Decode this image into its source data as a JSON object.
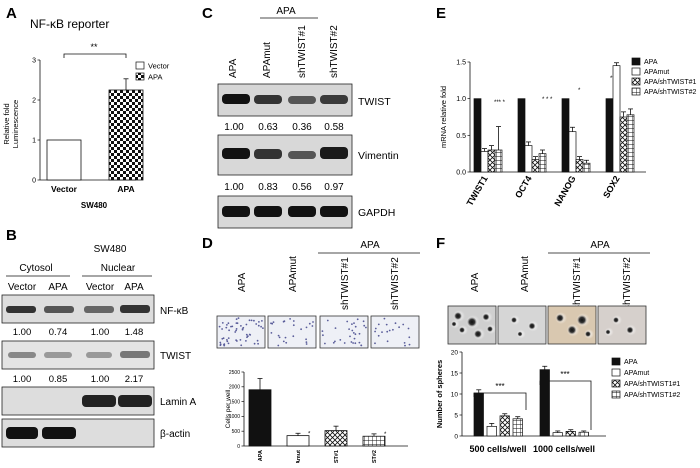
{
  "panels": {
    "A": {
      "letter": "A",
      "title": "NF-κB reporter",
      "ylabel_1": "Relative fold",
      "ylabel_2": "Luminescence",
      "cell_line": "SW480",
      "significance": "**",
      "legend": [
        "Vector",
        "APA"
      ]
    },
    "B": {
      "letter": "B",
      "cell_line": "SW480",
      "fractions": [
        "Cytosol",
        "Nuclear"
      ],
      "lanes": [
        "Vector",
        "APA",
        "Vector",
        "APA"
      ],
      "blots": [
        "NF-κB",
        "TWIST",
        "Lamin A",
        "β-actin"
      ],
      "nfkb_values": [
        "1.00",
        "0.74",
        "1.00",
        "1.48"
      ],
      "twist_values": [
        "1.00",
        "0.85",
        "1.00",
        "2.17"
      ]
    },
    "C": {
      "letter": "C",
      "group": "APA",
      "lanes": [
        "APA",
        "APAmut",
        "shTWIST#1",
        "shTWIST#2"
      ],
      "blots": [
        "TWIST",
        "Vimentin",
        "GAPDH"
      ],
      "twist_values": [
        "1.00",
        "0.63",
        "0.36",
        "0.58"
      ],
      "vimentin_values": [
        "1.00",
        "0.83",
        "0.56",
        "0.97"
      ]
    },
    "D": {
      "letter": "D",
      "group": "APA",
      "lanes": [
        "APA",
        "APAmut",
        "shTWIST#1",
        "shTWIST#2"
      ],
      "significance": [
        "*",
        "",
        "*"
      ]
    },
    "E": {
      "letter": "E",
      "significance": {
        "TWIST1": "***  *",
        "OCT4": "*  *  *",
        "NANOG": "*",
        "SOX2": "**"
      }
    },
    "F": {
      "letter": "F",
      "group": "APA",
      "lanes": [
        "APA",
        "APAmut",
        "shTWIST#1",
        "shTWIST#2"
      ],
      "significance": [
        "***",
        "***"
      ]
    }
  },
  "chart_data": [
    {
      "panel": "A",
      "type": "bar",
      "categories": [
        "Vector",
        "APA"
      ],
      "values": [
        1.0,
        2.25
      ],
      "errors": [
        0,
        0.28
      ],
      "ylim": [
        0,
        3
      ],
      "yticks": [
        0,
        1,
        2,
        3
      ],
      "xlabel": "SW480",
      "ylabel": "Relative fold Luminescence"
    },
    {
      "panel": "D",
      "type": "bar",
      "categories": [
        "APA",
        "APAmut",
        "shTWIST#1",
        "shTWIST#2"
      ],
      "values": [
        1900,
        350,
        520,
        330
      ],
      "errors": [
        380,
        80,
        150,
        80
      ],
      "ylim": [
        0,
        2500
      ],
      "yticks": [
        0,
        500,
        1000,
        1500,
        2000,
        2500
      ],
      "ylabel": "Cells per well"
    },
    {
      "panel": "E",
      "type": "bar",
      "categories": [
        "TWIST1",
        "OCT4",
        "NANOG",
        "SOX2"
      ],
      "series": [
        {
          "name": "APA",
          "values": [
            1.0,
            1.0,
            1.0,
            1.0
          ],
          "errors": [
            0,
            0,
            0,
            0
          ]
        },
        {
          "name": "APAmut",
          "values": [
            0.28,
            0.36,
            0.55,
            1.45
          ],
          "errors": [
            0.04,
            0.05,
            0.06,
            0.04
          ]
        },
        {
          "name": "APA/shTWIST#1",
          "values": [
            0.3,
            0.17,
            0.17,
            0.75
          ],
          "errors": [
            0.06,
            0.04,
            0.04,
            0.07
          ]
        },
        {
          "name": "APA/shTWIST#2",
          "values": [
            0.3,
            0.25,
            0.12,
            0.78
          ],
          "errors": [
            0.32,
            0.05,
            0.04,
            0.08
          ]
        }
      ],
      "ylim": [
        0,
        1.5
      ],
      "yticks": [
        0,
        0.5,
        1.0,
        1.5
      ],
      "ylabel": "mRNA relative fold"
    },
    {
      "panel": "F",
      "type": "bar",
      "categories": [
        "500 cells/well",
        "1000 cells/well"
      ],
      "series": [
        {
          "name": "APA",
          "values": [
            10.2,
            15.8
          ],
          "errors": [
            0.8,
            0.8
          ]
        },
        {
          "name": "APAmut",
          "values": [
            2.3,
            0.8
          ],
          "errors": [
            0.7,
            0.4
          ]
        },
        {
          "name": "APA/shTWIST1#1",
          "values": [
            4.8,
            1.1
          ],
          "errors": [
            0.5,
            0.4
          ]
        },
        {
          "name": "APA/shTWIST1#2",
          "values": [
            4.1,
            0.9
          ],
          "errors": [
            0.5,
            0.3
          ]
        }
      ],
      "ylim": [
        0,
        20
      ],
      "yticks": [
        0,
        5,
        10,
        15,
        20
      ],
      "ylabel": "Number of spheres"
    }
  ]
}
